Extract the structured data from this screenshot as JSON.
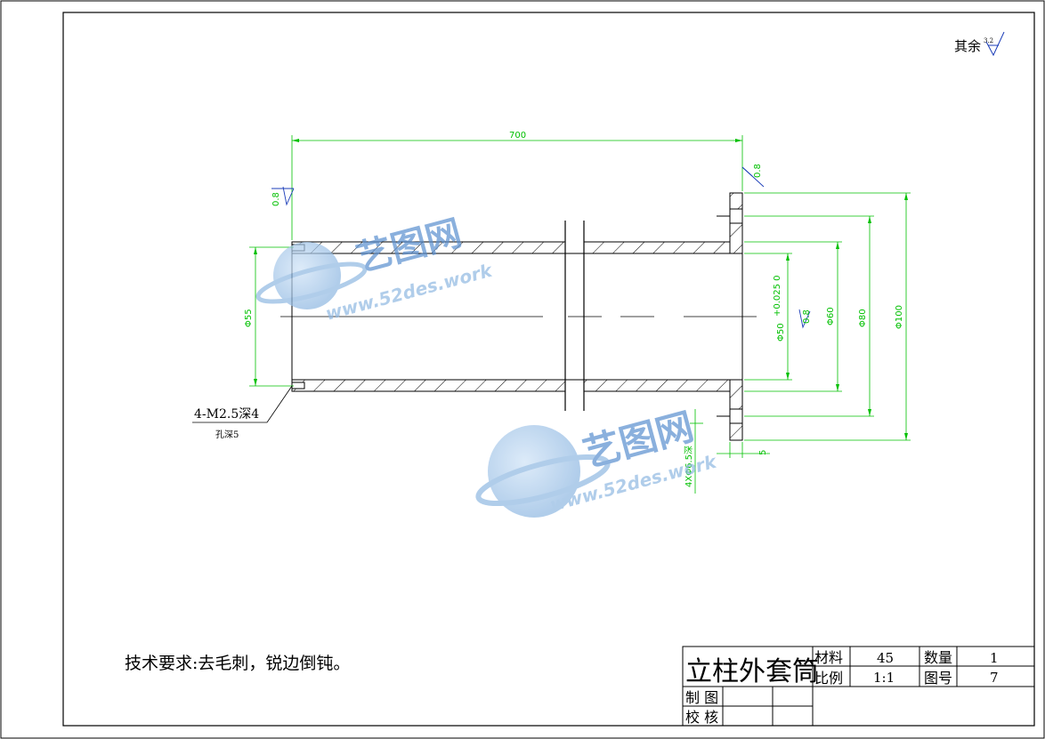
{
  "drawing": {
    "surface_note": "其余",
    "surface_value": "3.2",
    "tech_requirements": "技术要求:去毛刺，锐边倒钝。",
    "thread_note": "4-M2.5深4",
    "hole_depth_note": "孔深5",
    "holes_note": "4XΦ6.5深",
    "dimensions": {
      "length": "700",
      "d55": "Φ55",
      "d50": "Φ50",
      "d50_tol": "+0.025 0",
      "d60": "Φ60",
      "d80": "Φ80",
      "d100": "Φ100",
      "flange": "5",
      "roughness_a": "0.8",
      "roughness_b": "0.8",
      "roughness_c": "0.8"
    },
    "watermark": {
      "brand": "艺图网",
      "url_top": "www.52des.work",
      "url_bottom": "www.52des.work"
    }
  },
  "title_block": {
    "part_name": "立柱外套筒",
    "material_label": "材料",
    "material_value": "45",
    "quantity_label": "数量",
    "quantity_value": "1",
    "scale_label": "比例",
    "scale_value": "1:1",
    "drawing_no_label": "图号",
    "drawing_no_value": "7",
    "drawn_label": "制 图",
    "checked_label": "校 核"
  }
}
